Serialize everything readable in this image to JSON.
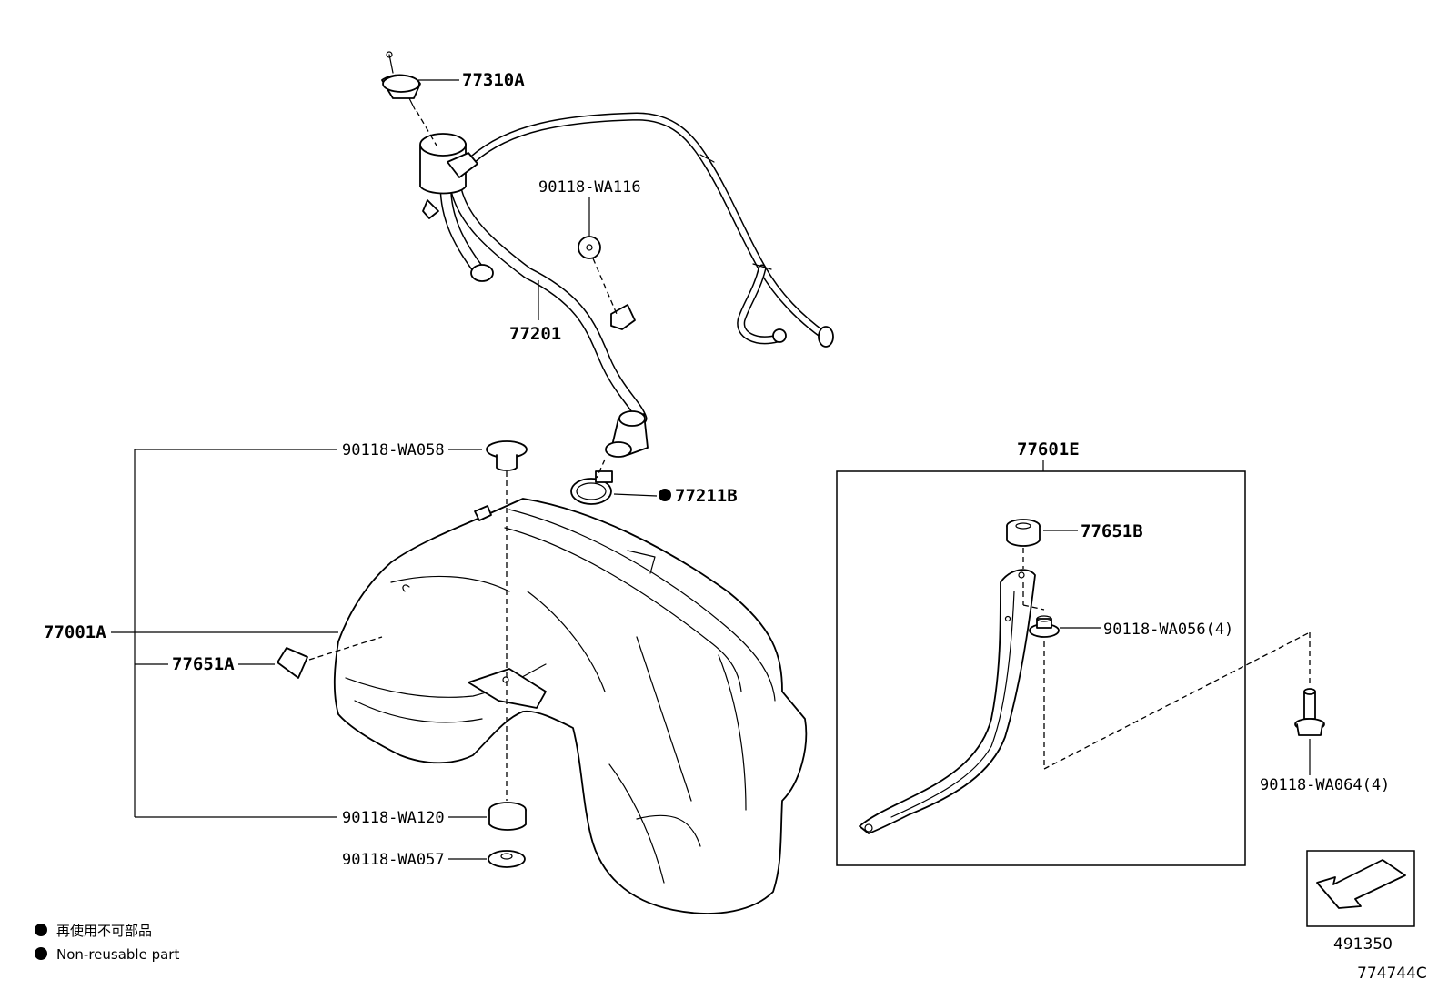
{
  "parts": {
    "p77310A": "77310A",
    "p90118_WA116": "90118-WA116",
    "p77201": "77201",
    "p90118_WA058": "90118-WA058",
    "p77211B": "77211B",
    "p77001A": "77001A",
    "p77651A": "77651A",
    "p90118_WA120": "90118-WA120",
    "p90118_WA057": "90118-WA057",
    "p77601E": "77601E",
    "p77651B": "77651B",
    "p90118_WA056": "90118-WA056(4)",
    "p90118_WA064": "90118-WA064(4)"
  },
  "legend": {
    "line_jp": "再使用不可部品",
    "line_en": "Non-reusable part"
  },
  "direction_box": {
    "code": "491350"
  },
  "figure_code": "774744C"
}
